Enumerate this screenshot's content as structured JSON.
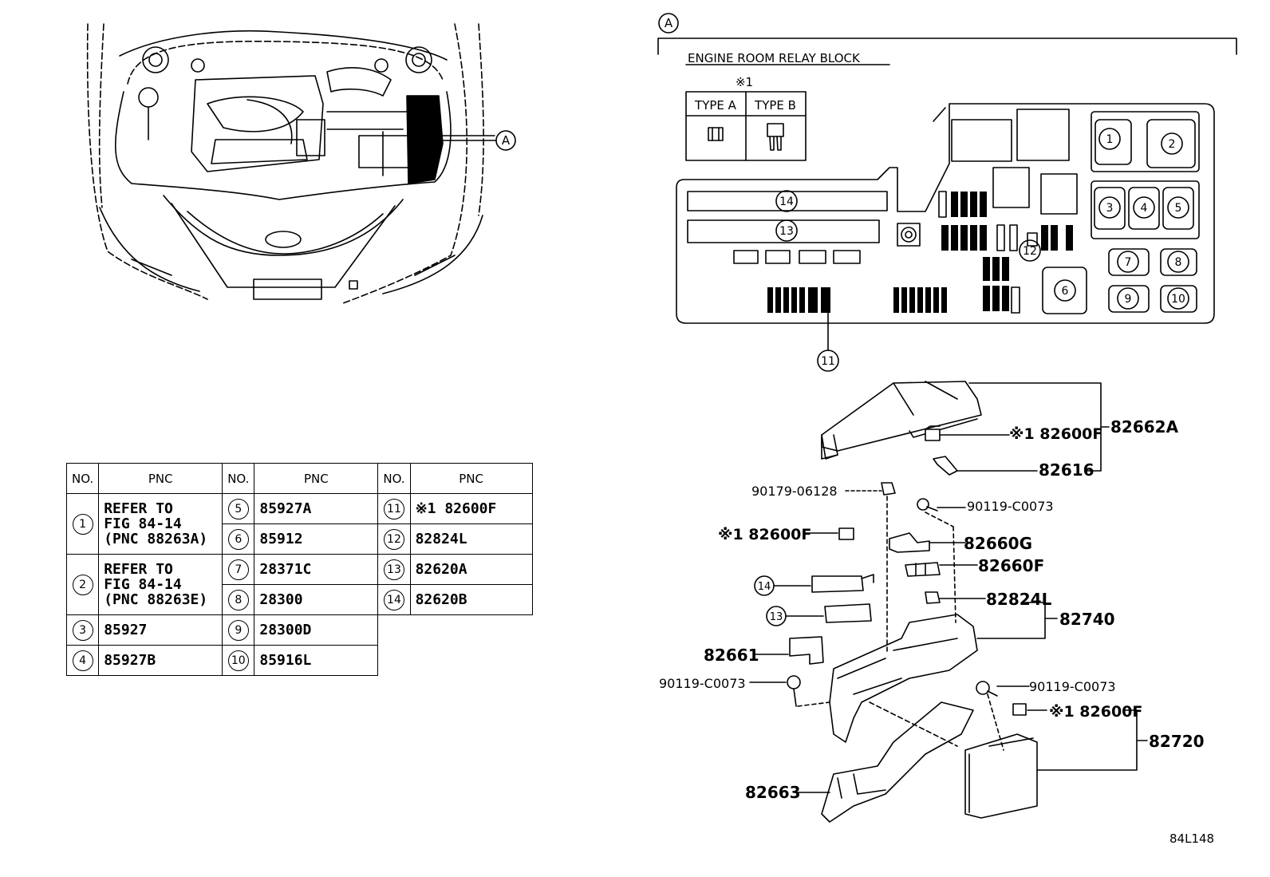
{
  "view_label": "A",
  "section_label": "A",
  "block_title": "ENGINE ROOM RELAY BLOCK",
  "type_note": "※1",
  "type_a": "TYPE A",
  "type_b": "TYPE B",
  "figure_code": "84L148",
  "table": {
    "header_no": "NO.",
    "header_pnc": "PNC",
    "rows": [
      {
        "no": "1",
        "pnc": [
          "REFER TO",
          "FIG 84-14",
          "(PNC 88263A)"
        ]
      },
      {
        "no": "2",
        "pnc": [
          "REFER TO",
          "FIG 84-14",
          "(PNC 88263E)"
        ]
      },
      {
        "no": "3",
        "pnc": "85927"
      },
      {
        "no": "4",
        "pnc": "85927B"
      },
      {
        "no": "5",
        "pnc": "85927A"
      },
      {
        "no": "6",
        "pnc": "85912"
      },
      {
        "no": "7",
        "pnc": "28371C"
      },
      {
        "no": "8",
        "pnc": "28300"
      },
      {
        "no": "9",
        "pnc": "28300D"
      },
      {
        "no": "10",
        "pnc": "85916L"
      },
      {
        "no": "11",
        "pnc": "※1 82600F"
      },
      {
        "no": "12",
        "pnc": "82824L"
      },
      {
        "no": "13",
        "pnc": "82620A"
      },
      {
        "no": "14",
        "pnc": "82620B"
      }
    ]
  },
  "block_callouts": [
    "1",
    "2",
    "3",
    "4",
    "5",
    "6",
    "7",
    "8",
    "9",
    "10",
    "11",
    "12",
    "13",
    "14"
  ],
  "parts": {
    "p82662A": "82662A",
    "p82600F_a": "※1 82600F",
    "p82616": "82616",
    "p90179": "90179-06128",
    "p90119_a": "90119-C0073",
    "p82600F_b": "※1 82600F",
    "p82660G": "82660G",
    "p82660F": "82660F",
    "p82824L": "82824L",
    "p82740": "82740",
    "p14": "14",
    "p13": "13",
    "p82661": "82661",
    "p90119_b": "90119-C0073",
    "p90119_c": "90119-C0073",
    "p82600F_c": "※1 82600F",
    "p82720": "82720",
    "p82663": "82663"
  }
}
